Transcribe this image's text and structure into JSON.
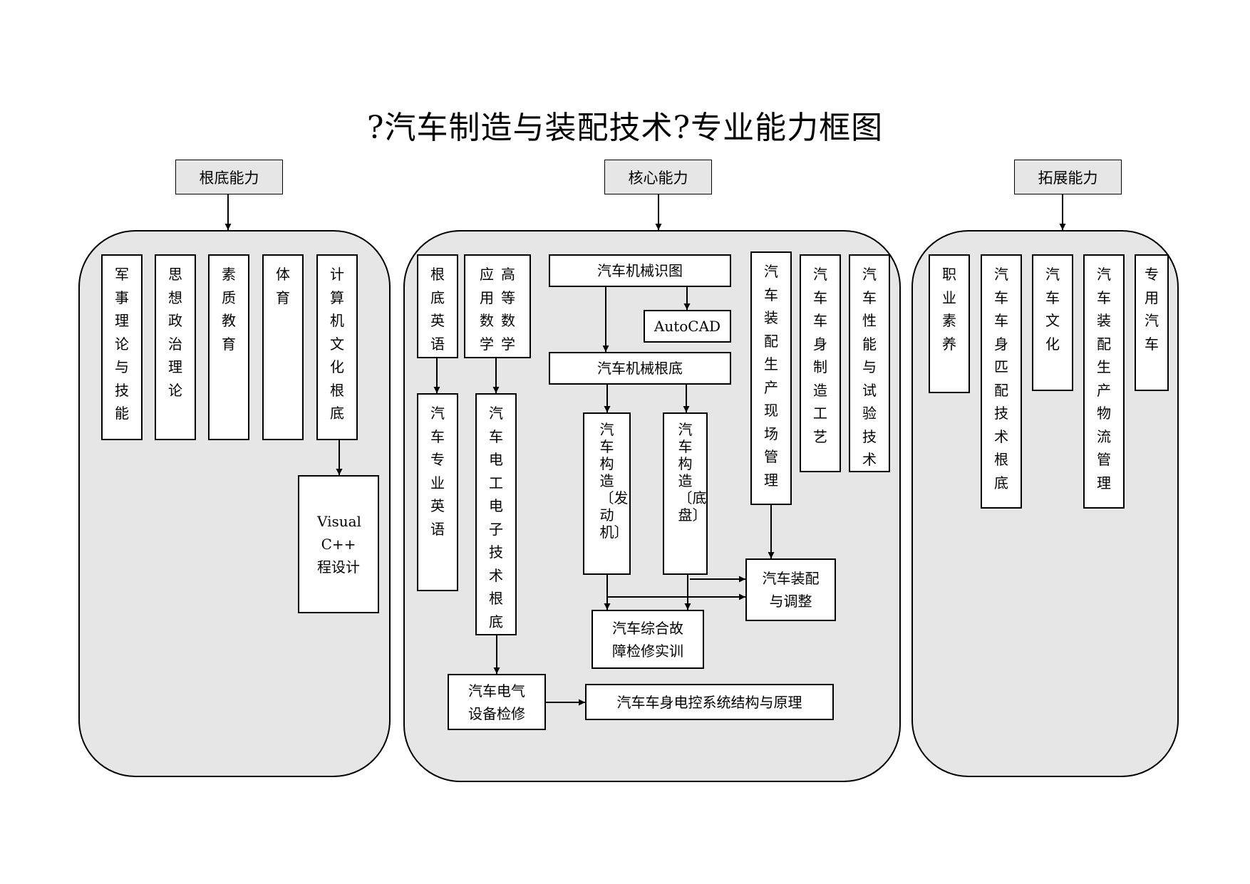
{
  "title": "?汽车制造与装配技术?专业能力框图",
  "sections": {
    "basic": "根底能力",
    "core": "核心能力",
    "expand": "拓展能力"
  },
  "basic": {
    "military": "军事理论与技能",
    "politics": "思想政治理论",
    "quality": "素质教育",
    "pe": "体育",
    "computer": "计算机文化根底",
    "vcpp": "Visual C++ 程设计"
  },
  "core": {
    "english": "根底英语",
    "math_col1": "应用数学",
    "math_col2": "高等数学",
    "auto_english": "汽车专业英语",
    "electrical": "汽车电工电子技术根底",
    "drawing": "汽车机械识图",
    "autocad": "AutoCAD",
    "mech_basics": "汽车机械根底",
    "engine": "汽车构造〔发动机〕",
    "chassis": "汽车构造〔底盘〕",
    "assembly_mgmt": "汽车装配生产现场管理",
    "body_process": "汽车车身制造工艺",
    "performance": "汽车性能与试验技术",
    "assembly_adjust_1": "汽车装配",
    "assembly_adjust_2": "与调整",
    "fault_1": "汽车综合故",
    "fault_2": "障检修实训",
    "elec_equip_1": "汽车电气",
    "elec_equip_2": "设备检修",
    "body_control": "汽车车身电控系统结构与原理"
  },
  "expand": {
    "professional": "职业素养",
    "body_matching": "汽车车身匹配技术根底",
    "culture": "汽车文化",
    "logistics": "汽车装配生产物流管理",
    "special": "专用汽车"
  }
}
